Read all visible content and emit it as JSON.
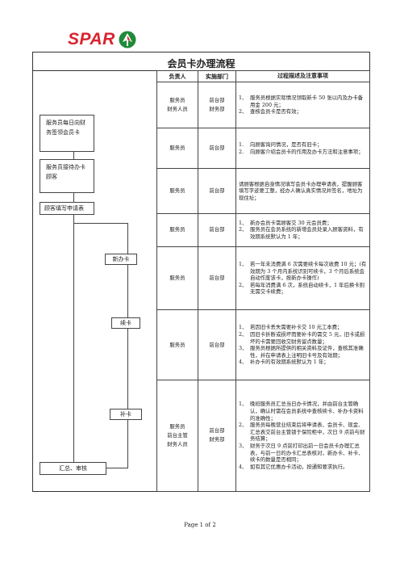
{
  "logo": {
    "text": "SPAR",
    "mark": "spar-tree-icon"
  },
  "title": "会员卡办理流程",
  "flow": {
    "step1": "服务员每日向财务签领会员卡",
    "step2": "服务员接待办卡顾客",
    "step3": "顾客填写申请表",
    "new_card": "新办卡",
    "renew_card": "续卡",
    "replace_card": "补卡",
    "summary": "汇总、审核"
  },
  "table": {
    "headers": [
      "负责人",
      "实施部门",
      "过程描述及注意事项"
    ],
    "rows": [
      {
        "owner": "服务员\n财务人员",
        "dept": "前台部\n财务部",
        "items": [
          [
            "1、",
            "服务员根据实际情况领取新卡 50 张以内及办卡备用金 200 元；"
          ],
          [
            "2、",
            "查核会员卡是否有效；"
          ]
        ]
      },
      {
        "owner": "服务员",
        "dept": "前台部",
        "items": [
          [
            "1.",
            "向顾客询问情况，是否有旧卡；"
          ],
          [
            "2.",
            "向顾客介绍会员卡的作用及办卡方法和注意事项；"
          ]
        ]
      },
      {
        "owner": "服务员",
        "dept": "前台部",
        "items": [
          [
            "",
            "请顾客根据自身情况填写会员卡办理申请表，提醒顾客填写字迹要工整，经办人确认真实情况并签名，地址为现住址；"
          ]
        ]
      },
      {
        "owner": "服务员",
        "dept": "前台部",
        "items": [
          [
            "1、",
            "新办会员卡需顾客交 30 元会员费；"
          ],
          [
            "2、",
            "服务员在会员系统的新增会员处录入顾客资料，有效期系统默认为 1 年；"
          ]
        ]
      },
      {
        "owner": "服务员",
        "dept": "前台部",
        "items": [
          [
            "1、",
            "若一年未消费满 6 次需要续卡每次收费 10 元；(有效期为 3 个月内系统识别可续卡，3 个月后系统会自动作废该卡，按新办卡操作)"
          ],
          [
            "2、",
            "若每年消费满 6 次，系统自动续卡，1 年后换卡则无需交卡续费；"
          ]
        ]
      },
      {
        "owner": "服务员",
        "dept": "前台部",
        "items": [
          [
            "1、",
            "若因旧卡丢失需要补卡交 10 元工本费；"
          ],
          [
            "2、",
            "因旧卡折断或损坏而要补卡的需交 5 元，旧卡或损坏的卡需要回收交财务留点数量；"
          ],
          [
            "3、",
            "服务员根据所提供的相关资料及证件，查核其准确性，并在申请表上注明旧卡号及有效期；"
          ],
          [
            "4、",
            "补办卡的有效期系统默认为 1 年；"
          ]
        ]
      },
      {
        "owner": "服务员\n前台主管\n财务人员",
        "dept": "前台部\n财务部",
        "items": [
          [
            "1、",
            "晚班服务员汇总当日办卡情况，并由前台主管确认，确认时需在会员系统中查核续卡、补办卡资料的准确性；"
          ],
          [
            "2、",
            "服务员每晚营业结束后将申请表、会员卡、现金、汇总表交前台主管锁于保险柜中，次日 9 点前与财务结算；"
          ],
          [
            "3、",
            "财务于次日 9 点前打印出前一日会员卡办理汇总表，与前一日的办卡汇总表核对，新办卡、补卡、续卡的数量是否相同；"
          ],
          [
            "4、",
            "如有其它优惠办卡活动，按通知要求执行。"
          ]
        ]
      }
    ]
  },
  "footer": "Page 1 of 2",
  "colors": {
    "brand_red": "#d9232e",
    "brand_green": "#1f8a3a"
  }
}
